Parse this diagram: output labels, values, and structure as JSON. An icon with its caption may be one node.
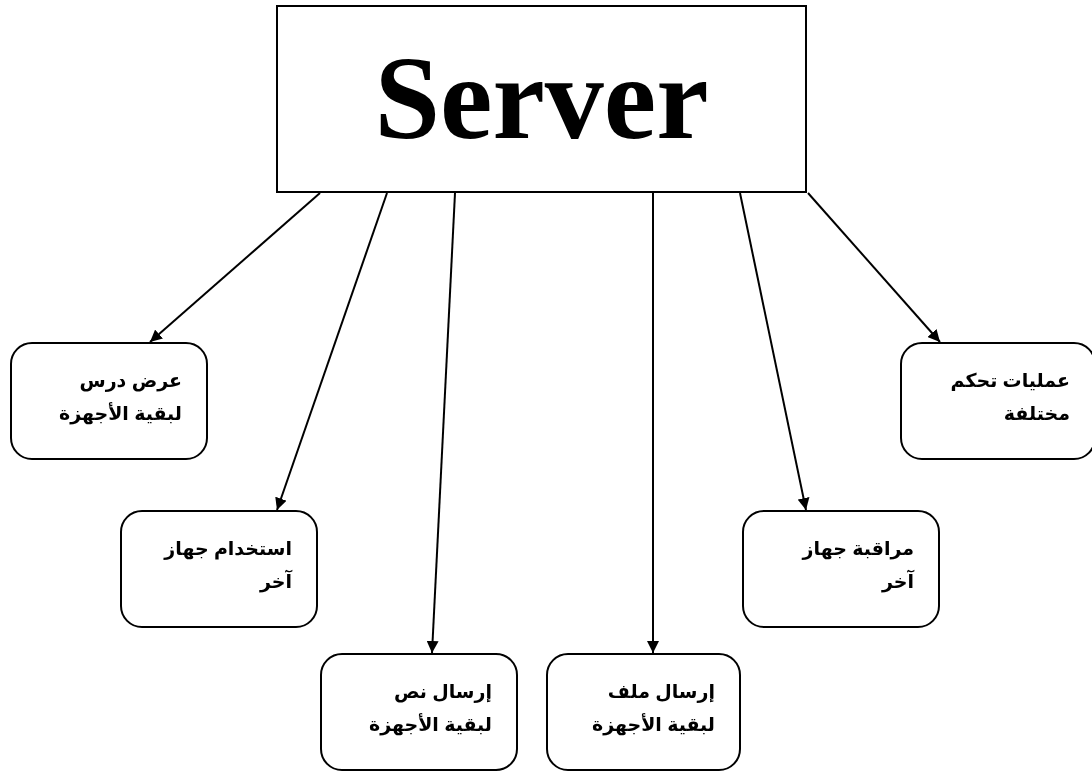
{
  "diagram": {
    "nodes": [
      {
        "text": [
          "Server"
        ]
      },
      {
        "text": [
          "عرض درس لبقية الأجهزة"
        ]
      },
      {
        "text": [
          "استخدام جهاز آخر"
        ]
      },
      {
        "text": [
          "إرسال نص لبقية الأجهزة"
        ]
      },
      {
        "text": [
          "إرسال ملف لبقية الأجهزة"
        ]
      },
      {
        "text": [
          "مراقبة جهاز آخر"
        ]
      },
      {
        "text": [
          "عمليات تحكم مختلفة"
        ]
      }
    ],
    "edges": [
      {
        "from": 0,
        "to": 1,
        "arrow": "to"
      },
      {
        "from": 0,
        "to": 2,
        "arrow": "to"
      },
      {
        "from": 0,
        "to": 3,
        "arrow": "to"
      },
      {
        "from": 0,
        "to": 4,
        "arrow": "to"
      },
      {
        "from": 0,
        "to": 5,
        "arrow": "to"
      },
      {
        "from": 0,
        "to": 6,
        "arrow": "to"
      }
    ]
  }
}
